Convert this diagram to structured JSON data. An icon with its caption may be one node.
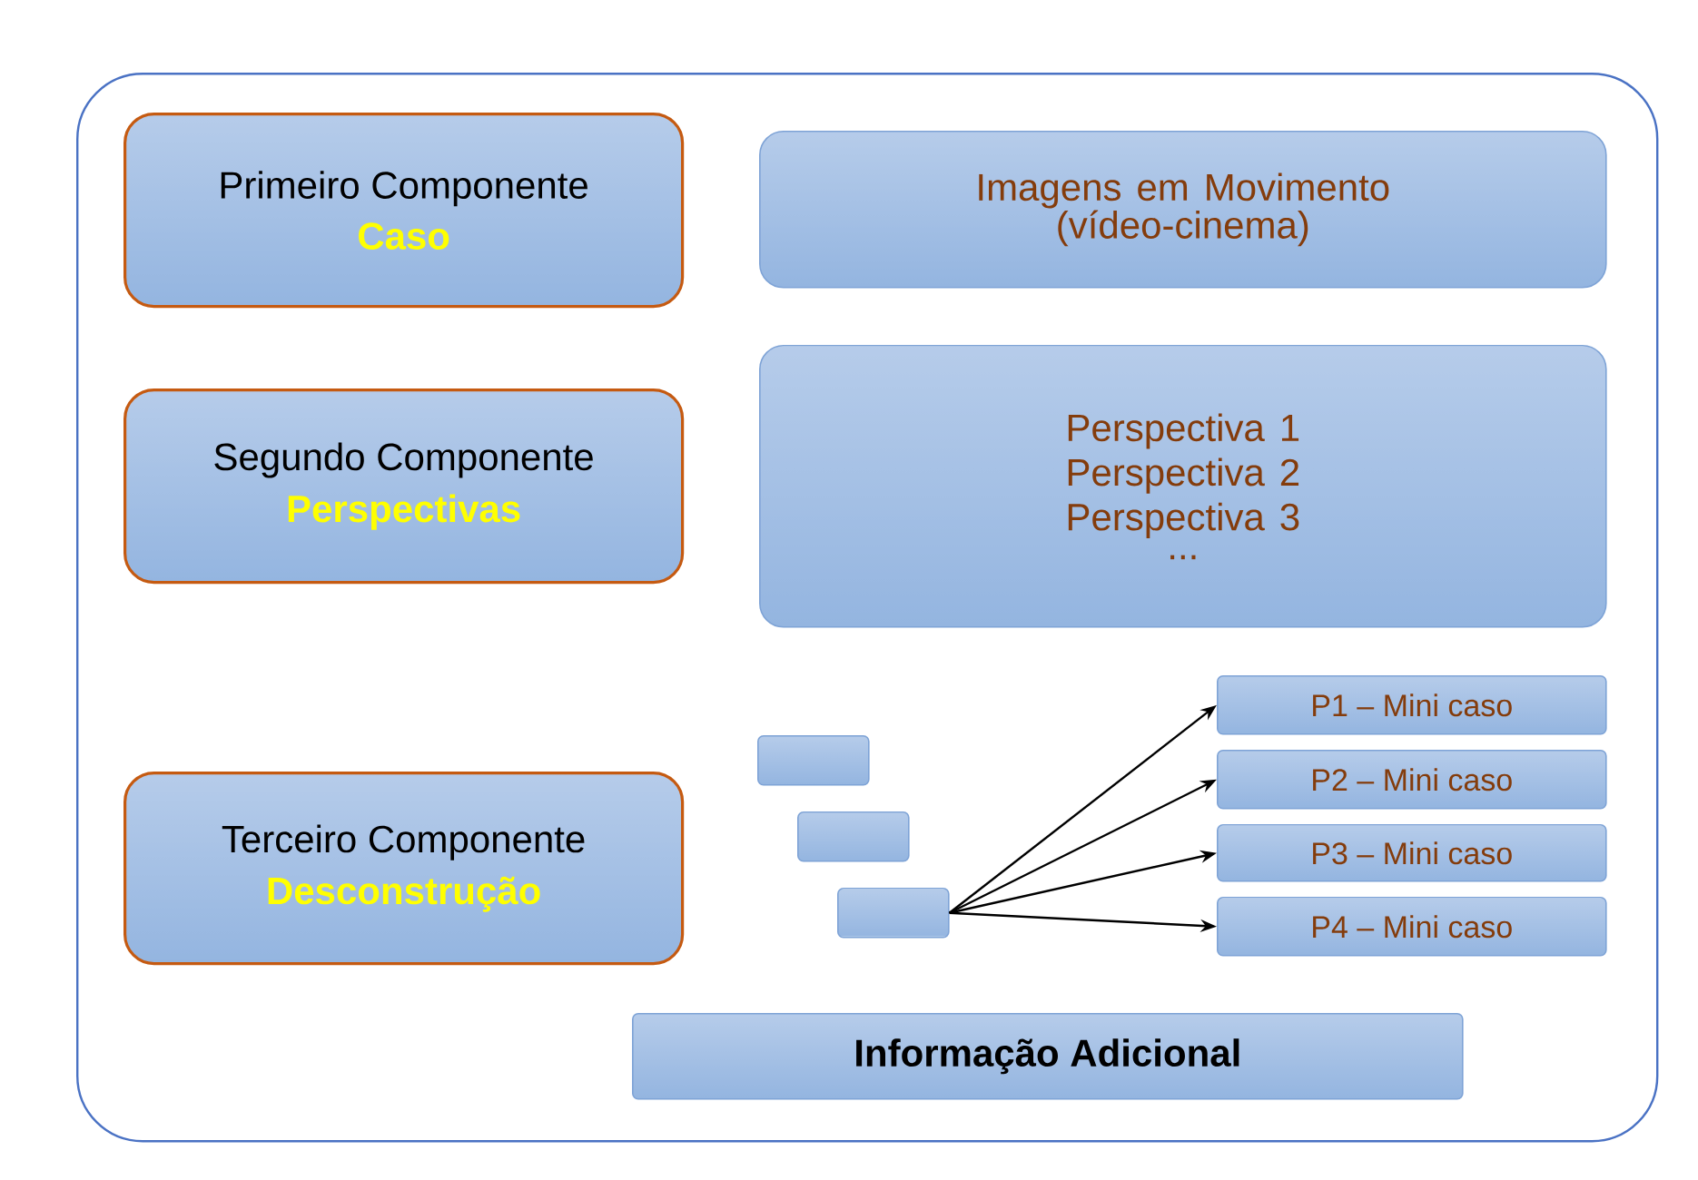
{
  "diagram": {
    "nodes": [
      {
        "text": [],
        "shape": "box"
      },
      {
        "text": [
          "Primeiro Componente",
          "Caso"
        ],
        "in": 0
      },
      {
        "text": [
          "Imagens em Movimento (vídeo-cinema)"
        ],
        "in": 0
      },
      {
        "text": [
          "Segundo Componente",
          "Perspectivas"
        ],
        "in": 0
      },
      {
        "text": [
          "Perspectiva 1",
          "Perspectiva 2",
          "Perspectiva 3",
          "..."
        ],
        "in": 0
      },
      {
        "text": [
          "Terceiro Componente",
          "Desconstrução"
        ],
        "in": 0
      },
      {
        "text": [],
        "shape": "box",
        "in": 0
      },
      {
        "text": [],
        "shape": "box",
        "in": 0
      },
      {
        "text": [],
        "shape": "box",
        "in": 0
      },
      {
        "text": [
          "P1 – Mini caso"
        ],
        "in": 0
      },
      {
        "text": [
          "P2 – Mini caso"
        ],
        "in": 0
      },
      {
        "text": [
          "P3 – Mini caso"
        ],
        "in": 0
      },
      {
        "text": [
          "P4 – Mini caso"
        ],
        "in": 0
      },
      {
        "text": [
          "Informação Adicional"
        ],
        "in": 0
      }
    ],
    "edges": [
      {
        "from": 8,
        "to": 9,
        "arrow": "to"
      },
      {
        "from": 8,
        "to": 10,
        "arrow": "to"
      },
      {
        "from": 8,
        "to": 11,
        "arrow": "to"
      },
      {
        "from": 8,
        "to": 12,
        "arrow": "to"
      }
    ]
  }
}
